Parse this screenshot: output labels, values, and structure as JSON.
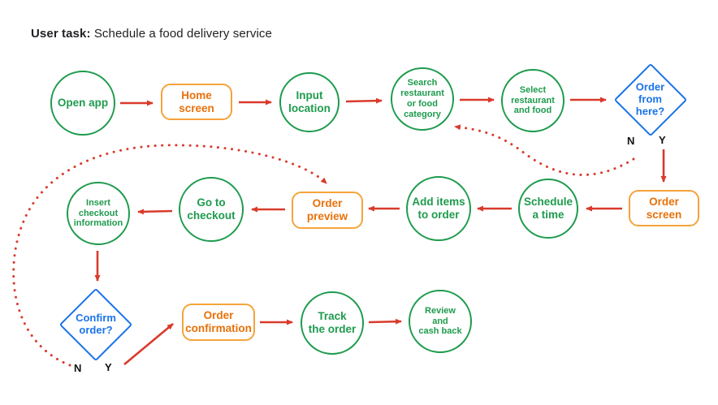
{
  "title": {
    "label_bold": "User task:",
    "label_rest": " Schedule a food delivery service"
  },
  "colors": {
    "step_green": "#1e9b4d",
    "screen_border_orange": "#f5a33b",
    "screen_text_orange": "#e8710a",
    "decision_blue": "#1a73e8",
    "arrow_red": "#d93a2b",
    "title_text": "#202124"
  },
  "branch_labels": {
    "no": "N",
    "yes": "Y"
  },
  "nodes": {
    "open_app": {
      "label": "Open app",
      "type": "step-circle"
    },
    "home_screen": {
      "label": "Home\nscreen",
      "type": "screen-rect"
    },
    "input_location": {
      "label": "Input\nlocation",
      "type": "step-circle"
    },
    "search_restaurant": {
      "label": "Search\nrestaurant\nor food\ncategory",
      "type": "step-circle"
    },
    "select_restaurant": {
      "label": "Select\nrestaurant\nand food",
      "type": "step-circle"
    },
    "order_from_here": {
      "label": "Order\nfrom\nhere?",
      "type": "decision-diamond"
    },
    "order_screen": {
      "label": "Order\nscreen",
      "type": "screen-rect"
    },
    "schedule_time": {
      "label": "Schedule\na time",
      "type": "step-circle"
    },
    "add_items": {
      "label": "Add items\nto order",
      "type": "step-circle"
    },
    "order_preview": {
      "label": "Order\npreview",
      "type": "screen-rect"
    },
    "go_to_checkout": {
      "label": "Go to\ncheckout",
      "type": "step-circle"
    },
    "insert_checkout": {
      "label": "Insert\ncheckout\ninformation",
      "type": "step-circle"
    },
    "confirm_order": {
      "label": "Confirm\norder?",
      "type": "decision-diamond"
    },
    "order_confirmation": {
      "label": "Order\nconfirmation",
      "type": "screen-rect"
    },
    "track_order": {
      "label": "Track\nthe order",
      "type": "step-circle"
    },
    "review_cashback": {
      "label": "Review\nand\ncash back",
      "type": "step-circle"
    }
  }
}
